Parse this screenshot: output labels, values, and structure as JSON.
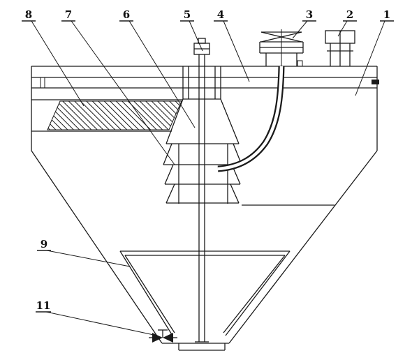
{
  "figure": {
    "background_color": "#ffffff",
    "line_color": "#1a1a1a",
    "callouts": [
      {
        "text": "8"
      },
      {
        "text": "7"
      },
      {
        "text": "6"
      },
      {
        "text": "5"
      },
      {
        "text": "4"
      },
      {
        "text": "3"
      },
      {
        "text": "2"
      },
      {
        "text": "1"
      },
      {
        "text": "9"
      },
      {
        "text": "11"
      }
    ]
  }
}
